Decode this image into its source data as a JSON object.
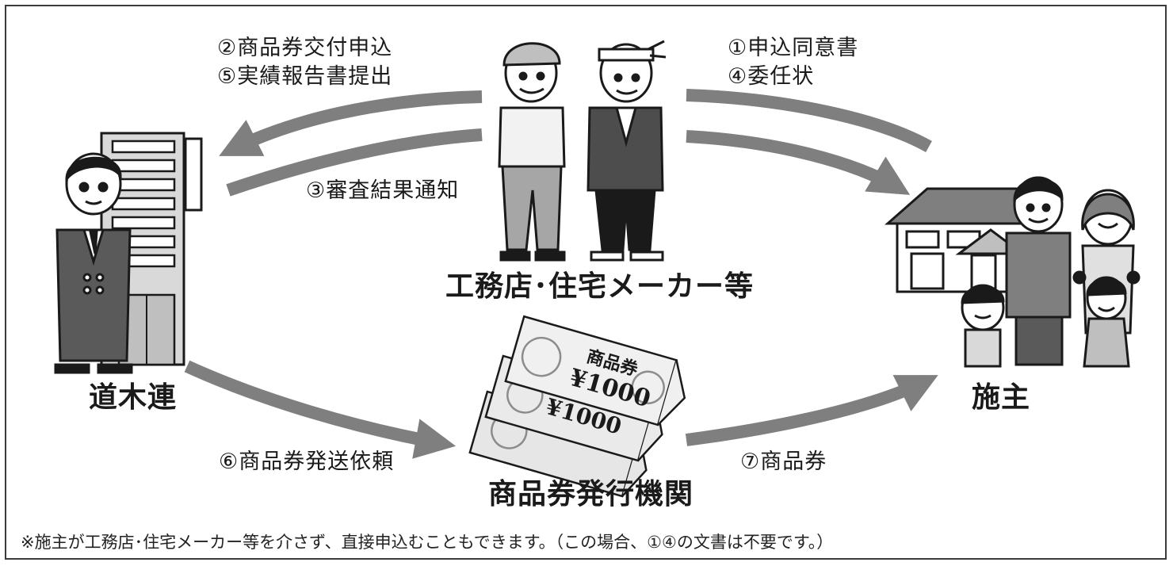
{
  "labels": {
    "step2": "②商品券交付申込",
    "step5": "⑤実績報告書提出",
    "step1": "①申込同意書",
    "step4": "④委任状",
    "step3": "③審査結果通知",
    "step6": "⑥商品券発送依頼",
    "step7": "⑦商品券"
  },
  "entities": {
    "builders": "工務店･住宅メーカー等",
    "association": "道木連",
    "owner": "施主",
    "issuer": "商品券発行機関"
  },
  "voucher": {
    "title": "商品券",
    "amount": "¥1000"
  },
  "note": "※施主が工務店･住宅メーカー等を介さず、直接申込むこともできます。（この場合、①④の文書は不要です。）",
  "colors": {
    "arrow": "#7f7f7f",
    "border": "#3a3a3a",
    "building": "#d9d9d9",
    "suit": "#5a5a5a"
  }
}
